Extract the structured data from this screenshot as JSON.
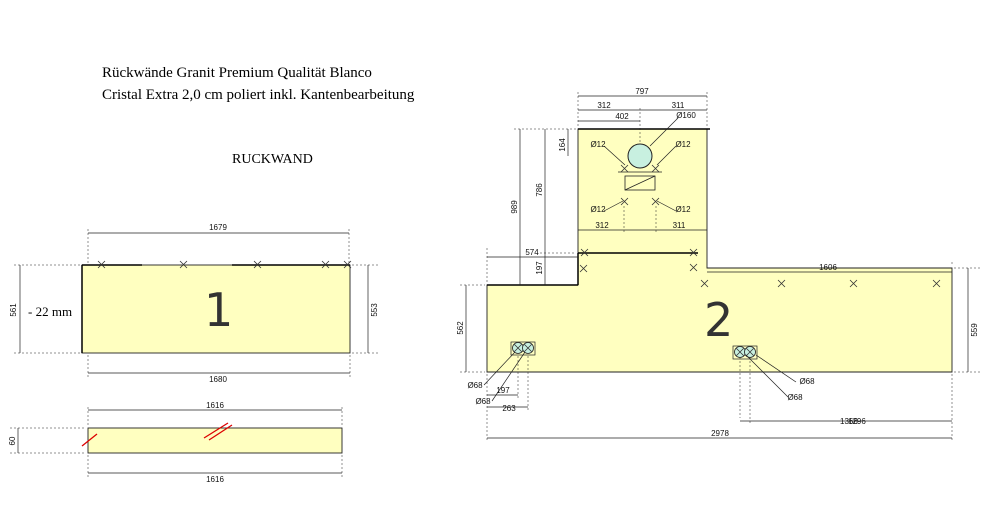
{
  "header": {
    "line1": "Rückwände Granit Premium Qualität Blanco",
    "line2": "Cristal Extra 2,0 cm poliert inkl. Kantenbearbeitung",
    "section": "RUCKWAND"
  },
  "part1": {
    "number": "1",
    "top_width": "1679",
    "bottom_width": "1680",
    "left_height": "561",
    "right_height": "553",
    "thickness_note": "- 22 mm"
  },
  "strip": {
    "top_width": "1616",
    "bottom_width": "1616",
    "height": "60"
  },
  "part2": {
    "number": "2",
    "top_width": "797",
    "d312_top": "312",
    "d311_top": "311",
    "d402": "402",
    "d160": "Ø160",
    "d12_tl": "Ø12",
    "d12_tr": "Ø12",
    "d12_bl": "Ø12",
    "d12_br": "Ø12",
    "d312_bottom": "312",
    "d311_bottom": "311",
    "h989": "989",
    "h786": "786",
    "h164": "164",
    "h197": "197",
    "w574": "574",
    "w1606": "1606",
    "h562": "562",
    "h559": "559",
    "o68_1": "Ø68",
    "o68_2": "Ø68",
    "d197": "197",
    "d263": "263",
    "o68_3": "Ø68",
    "o68_4": "Ø68",
    "d1366": "1366",
    "d1296": "1296",
    "total": "2978"
  }
}
